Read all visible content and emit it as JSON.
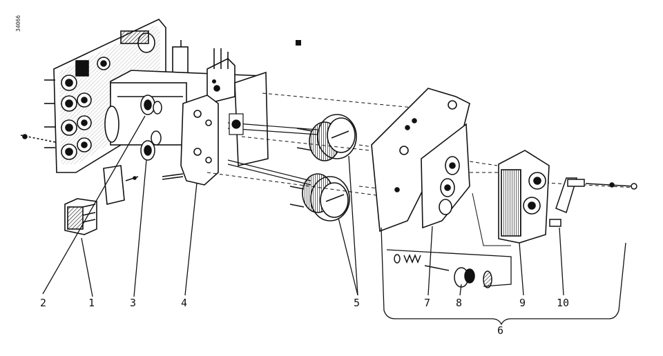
{
  "diagram": {
    "side_code": "34066",
    "callouts": {
      "c1": "1",
      "c2": "2",
      "c3": "3",
      "c4": "4",
      "c5": "5",
      "c6": "6",
      "c7": "7",
      "c8": "8",
      "c9": "9",
      "c10": "10"
    }
  }
}
